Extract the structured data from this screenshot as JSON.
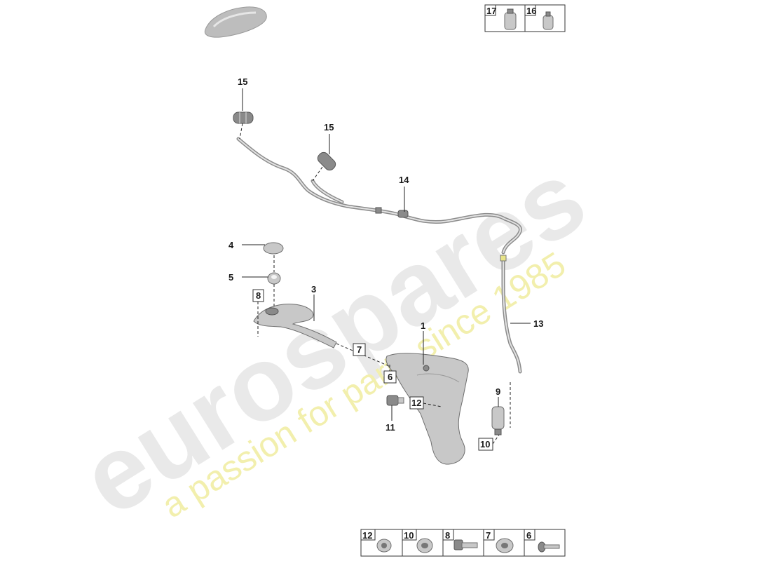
{
  "watermark": {
    "brand": "eurospares",
    "slogan": "a passion for parts since 1985"
  },
  "callouts": {
    "c1": "1",
    "c3": "3",
    "c4": "4",
    "c5": "5",
    "c9": "9",
    "c11": "11",
    "c13": "13",
    "c14": "14",
    "c15a": "15",
    "c15b": "15",
    "b6": "6",
    "b7": "7",
    "b8": "8",
    "b10": "10",
    "b12": "12"
  },
  "legend_top": {
    "items": [
      {
        "number": "17"
      },
      {
        "number": "16"
      }
    ]
  },
  "legend_bottom": {
    "items": [
      {
        "number": "12"
      },
      {
        "number": "10"
      },
      {
        "number": "8"
      },
      {
        "number": "7"
      },
      {
        "number": "6"
      }
    ]
  },
  "icons": {
    "car_silhouette": "car-silhouette-icon"
  },
  "colors": {
    "part_fill": "#c8c8c8",
    "watermark_gray": "#e9e9e9",
    "watermark_yellow": "#f2efad",
    "line": "#222222"
  }
}
